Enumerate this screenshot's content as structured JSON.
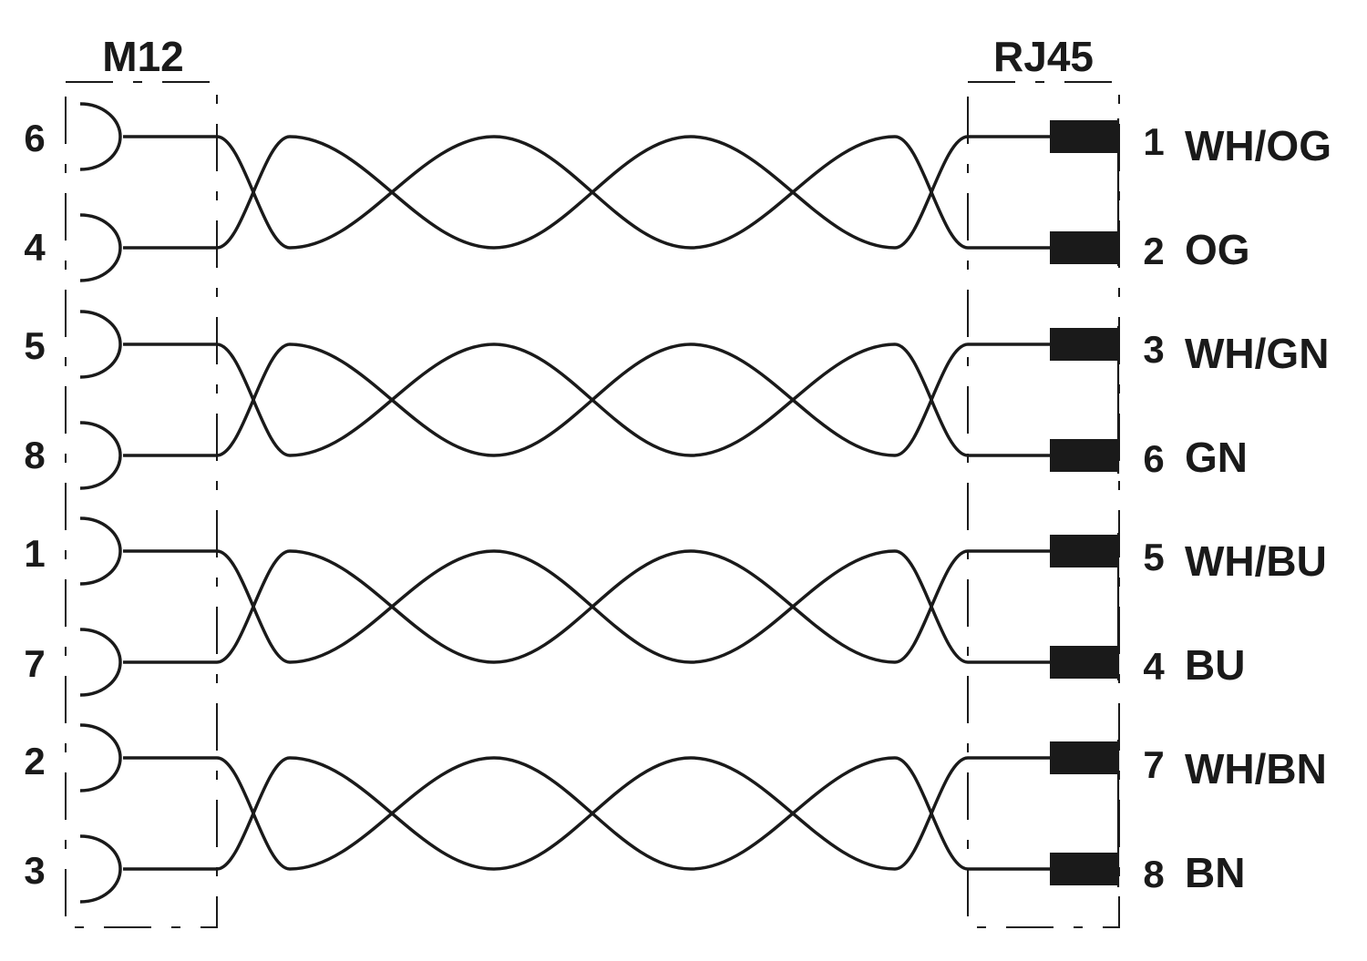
{
  "headers": {
    "left": "M12",
    "right": "RJ45"
  },
  "pairs": [
    {
      "top": {
        "m12_pin": "6",
        "rj45_pin": "1",
        "color": "WH/OG"
      },
      "bottom": {
        "m12_pin": "4",
        "rj45_pin": "2",
        "color": "OG"
      }
    },
    {
      "top": {
        "m12_pin": "5",
        "rj45_pin": "3",
        "color": "WH/GN"
      },
      "bottom": {
        "m12_pin": "8",
        "rj45_pin": "6",
        "color": "GN"
      }
    },
    {
      "top": {
        "m12_pin": "1",
        "rj45_pin": "5",
        "color": "WH/BU"
      },
      "bottom": {
        "m12_pin": "7",
        "rj45_pin": "4",
        "color": "BU"
      }
    },
    {
      "top": {
        "m12_pin": "2",
        "rj45_pin": "7",
        "color": "WH/BN"
      },
      "bottom": {
        "m12_pin": "3",
        "rj45_pin": "8",
        "color": "BN"
      }
    }
  ]
}
